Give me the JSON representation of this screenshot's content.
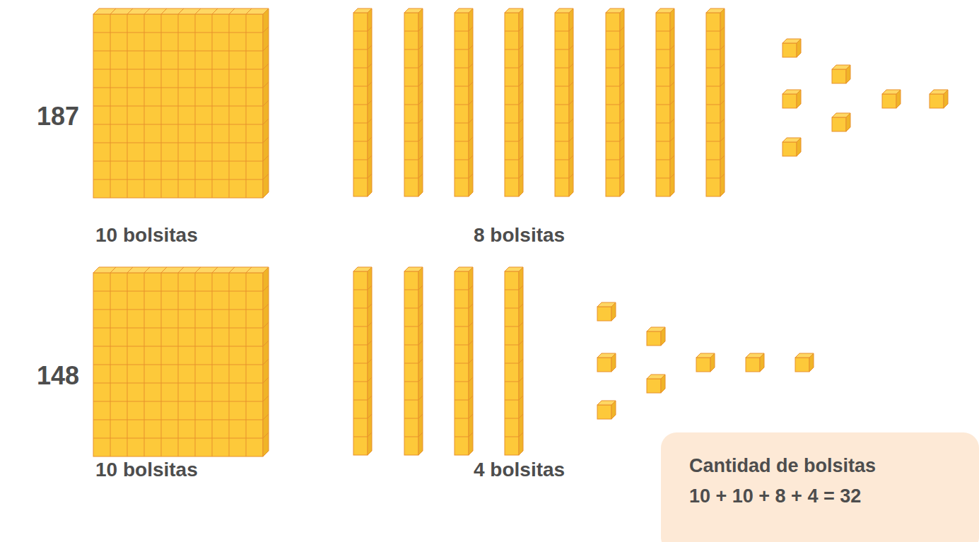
{
  "diagram": {
    "nodes": [
      {
        "text": [
          "Cantidad de bolsitas",
          "10 + 10 + 8 + 4 = 32"
        ]
      }
    ],
    "labels": [
      "187",
      "10 bolsitas",
      "8 bolsitas",
      "148",
      "10 bolsitas",
      "4 bolsitas"
    ]
  }
}
